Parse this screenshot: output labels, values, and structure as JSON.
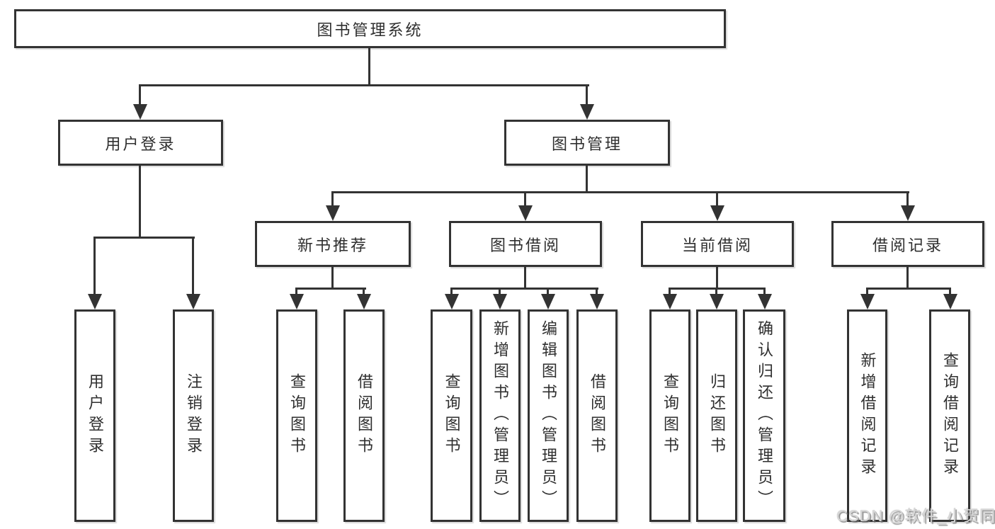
{
  "diagram": {
    "root": {
      "label": "图书管理系统",
      "children": [
        {
          "label": "用户登录",
          "children": [
            {
              "label": "用户登录"
            },
            {
              "label": "注销登录"
            }
          ]
        },
        {
          "label": "图书管理",
          "children": [
            {
              "label": "新书推荐",
              "children": [
                {
                  "label": "查询图书"
                },
                {
                  "label": "借阅图书"
                }
              ]
            },
            {
              "label": "图书借阅",
              "children": [
                {
                  "label": "查询图书"
                },
                {
                  "label": "新增图书（管理员）"
                },
                {
                  "label": "编辑图书（管理员）"
                },
                {
                  "label": "借阅图书"
                }
              ]
            },
            {
              "label": "当前借阅",
              "children": [
                {
                  "label": "查询图书"
                },
                {
                  "label": "归还图书"
                },
                {
                  "label": "确认归还（管理员）"
                }
              ]
            },
            {
              "label": "借阅记录",
              "children": [
                {
                  "label": "新增借阅记录"
                },
                {
                  "label": "查询借阅记录"
                }
              ]
            }
          ]
        }
      ]
    },
    "colors": {
      "line": "#333333",
      "text": "#2f2f2f",
      "box_fill": "#ffffff",
      "background": "#ffffff",
      "watermark": "#d8d8d8"
    }
  },
  "watermark": {
    "text": "CSDN @软件_小贺同学"
  }
}
